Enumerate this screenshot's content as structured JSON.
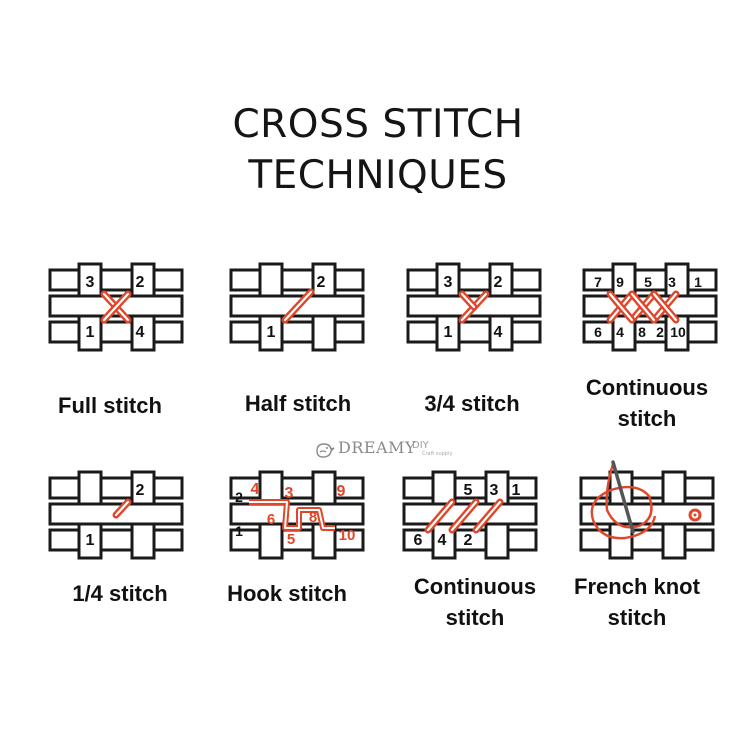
{
  "title": {
    "line1": "CROSS STITCH",
    "line2": "TECHNIQUES"
  },
  "watermark": {
    "brand": "DREAMY",
    "suffix": "DIY",
    "tagline": "Craft supply"
  },
  "colors": {
    "thread": "#e0462a",
    "fabric_stroke": "#1a1a1a",
    "fabric_fill": "#ffffff"
  },
  "stitches": [
    {
      "label": [
        "Full stitch"
      ],
      "numbers": [
        "3",
        "2",
        "1",
        "4"
      ]
    },
    {
      "label": [
        "Half stitch"
      ],
      "numbers": [
        "2",
        "1"
      ]
    },
    {
      "label": [
        "3/4 stitch"
      ],
      "numbers": [
        "3",
        "2",
        "1",
        "4"
      ]
    },
    {
      "label": [
        "Continuous",
        "stitch"
      ],
      "numbers": [
        "7",
        "9",
        "5",
        "3",
        "1",
        "6",
        "4",
        "8",
        "2",
        "10"
      ]
    },
    {
      "label": [
        "1/4 stitch"
      ],
      "numbers": [
        "2",
        "1"
      ]
    },
    {
      "label": [
        "Hook stitch"
      ],
      "numbers": [
        "2",
        "4",
        "3",
        "9",
        "6",
        "8",
        "1",
        "5",
        "10"
      ]
    },
    {
      "label": [
        "Continuous",
        "stitch"
      ],
      "numbers": [
        "5",
        "3",
        "1",
        "6",
        "4",
        "2"
      ]
    },
    {
      "label": [
        "French knot",
        "stitch"
      ],
      "numbers": []
    }
  ]
}
